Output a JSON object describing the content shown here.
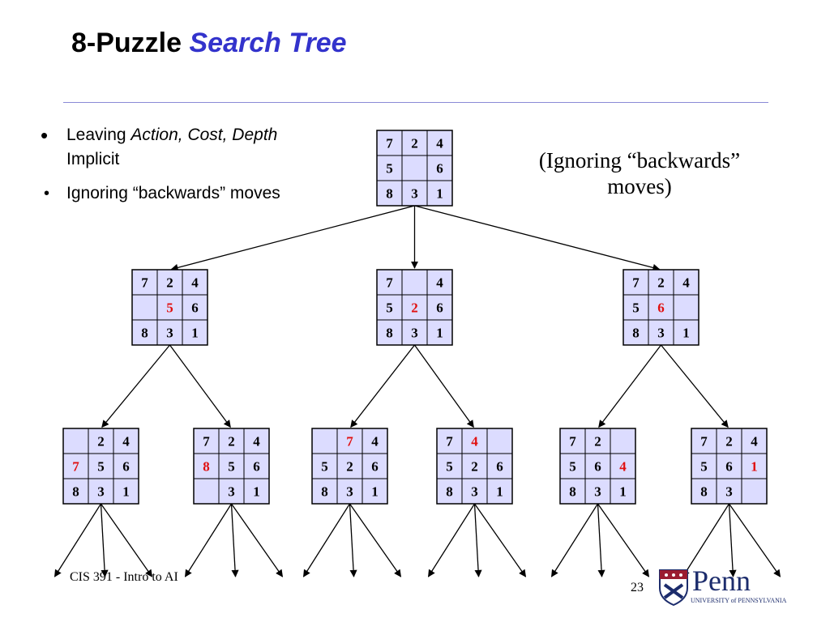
{
  "title": {
    "main": "8-Puzzle",
    "accent": "Search Tree"
  },
  "bullets": [
    {
      "plain": "Leaving ",
      "italic": "Action, Cost, Depth",
      "line2": "Implicit"
    },
    {
      "text": "Ignoring “backwards” moves"
    }
  ],
  "note": {
    "line1": "(Ignoring “backwards”",
    "line2": "moves)"
  },
  "footer": "CIS 391 - Intro to AI",
  "page_number": "23",
  "logo": {
    "word": "Penn",
    "sub": "UNIVERSITY of PENNSYLVANIA"
  },
  "colors": {
    "cell_fill": "#dcdcff",
    "moved_tile": "#e01010",
    "accent": "#3333cc",
    "logo": "#1c2c6c",
    "shield": "#9b1b30"
  },
  "tree": {
    "root": {
      "id": "root",
      "tiles": [
        "7",
        "2",
        "4",
        "5",
        "",
        "6",
        "8",
        "3",
        "1"
      ],
      "moved": -1
    },
    "level1": [
      {
        "id": "n1",
        "tiles": [
          "7",
          "2",
          "4",
          "",
          "5",
          "6",
          "8",
          "3",
          "1"
        ],
        "moved": 4
      },
      {
        "id": "n2",
        "tiles": [
          "7",
          "",
          "4",
          "5",
          "2",
          "6",
          "8",
          "3",
          "1"
        ],
        "moved": 4
      },
      {
        "id": "n3",
        "tiles": [
          "7",
          "2",
          "4",
          "5",
          "6",
          "",
          "8",
          "3",
          "1"
        ],
        "moved": 4
      }
    ],
    "level2": [
      {
        "id": "n11",
        "parent": "n1",
        "tiles": [
          "",
          "2",
          "4",
          "7",
          "5",
          "6",
          "8",
          "3",
          "1"
        ],
        "moved": 3
      },
      {
        "id": "n12",
        "parent": "n1",
        "tiles": [
          "7",
          "2",
          "4",
          "8",
          "5",
          "6",
          "",
          "3",
          "1"
        ],
        "moved": 3
      },
      {
        "id": "n21",
        "parent": "n2",
        "tiles": [
          "",
          "7",
          "4",
          "5",
          "2",
          "6",
          "8",
          "3",
          "1"
        ],
        "moved": 1
      },
      {
        "id": "n22",
        "parent": "n2",
        "tiles": [
          "7",
          "4",
          "",
          "5",
          "2",
          "6",
          "8",
          "3",
          "1"
        ],
        "moved": 1
      },
      {
        "id": "n31",
        "parent": "n3",
        "tiles": [
          "7",
          "2",
          "",
          "5",
          "6",
          "4",
          "8",
          "3",
          "1"
        ],
        "moved": 5
      },
      {
        "id": "n32",
        "parent": "n3",
        "tiles": [
          "7",
          "2",
          "4",
          "5",
          "6",
          "1",
          "8",
          "3",
          ""
        ],
        "moved": 5
      }
    ]
  }
}
